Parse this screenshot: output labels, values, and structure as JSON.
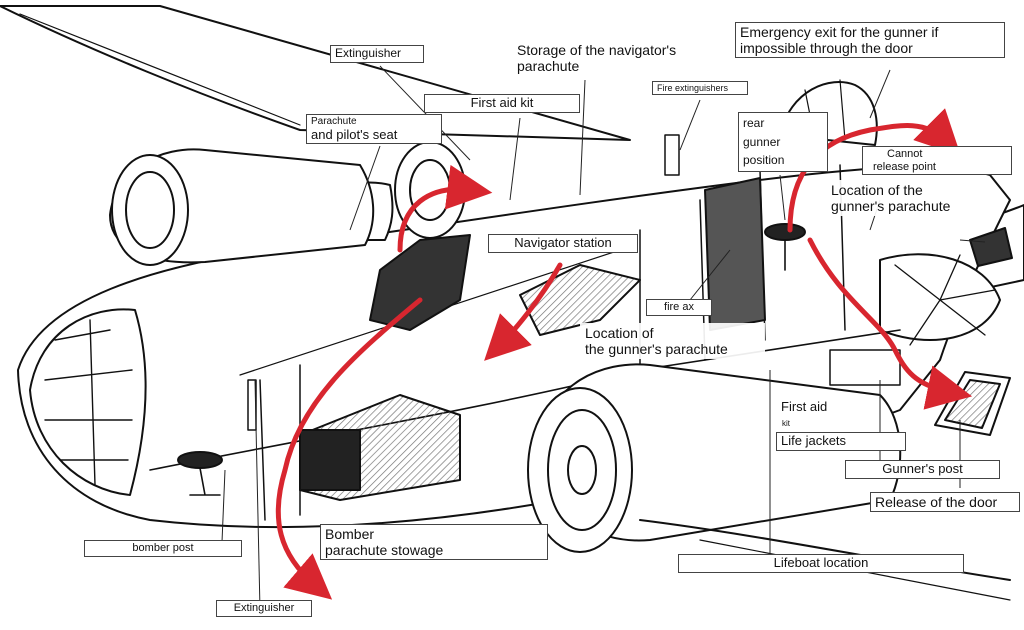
{
  "colors": {
    "ink": "#111111",
    "route": "#d8262f",
    "paper": "#ffffff",
    "shade": "#9a9a9a"
  },
  "labels": {
    "extinguisher_top": "Extinguisher",
    "navigator_parachute_storage": [
      "Storage of the navigator's",
      "parachute"
    ],
    "emergency_exit": [
      "Emergency exit for the gunner if",
      "impossible through the door"
    ],
    "first_aid_kit": "First aid kit",
    "fire_extinguishers": "Fire extinguishers",
    "parachute_pilot_seat": [
      "Parachute",
      "and pilot's seat"
    ],
    "rear_gunner_position": [
      "rear",
      "gunner",
      "position"
    ],
    "cannot_release_point": [
      "Cannot",
      "release point"
    ],
    "gunner_parachute_rear": [
      "Location of the",
      "gunner's parachute"
    ],
    "navigator_station": "Navigator station",
    "fire_ax": "fire ax",
    "gunner_parachute_mid": [
      "Location of",
      "the gunner's parachute"
    ],
    "first_aid": "First aid",
    "kit": "kit",
    "life_jackets": "Life jackets",
    "gunners_post": "Gunner's post",
    "release_door": "Release of the door",
    "bomber_post": "bomber post",
    "bomber_parachute": [
      "Bomber",
      "parachute stowage"
    ],
    "lifeboat_location": "Lifeboat location",
    "extinguisher_bottom": "Extinguisher"
  }
}
